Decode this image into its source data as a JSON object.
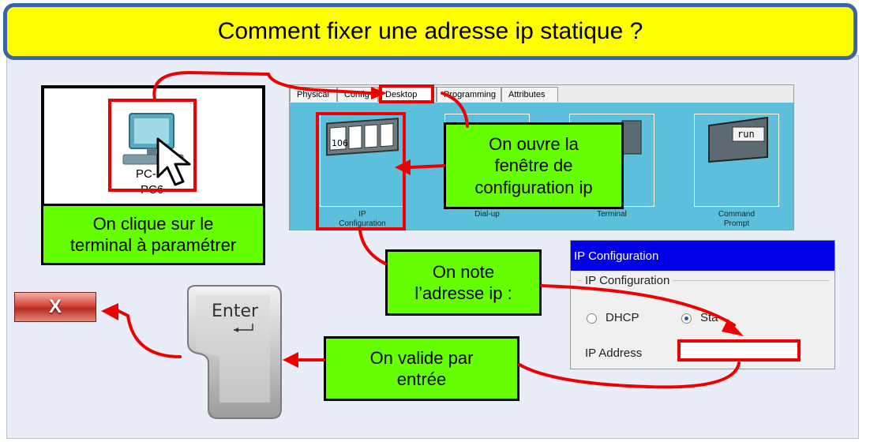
{
  "title": "Comment fixer une adresse ip statique ?",
  "pc": {
    "label_line1": "PC-P",
    "label_line2": "PC6"
  },
  "tabs": [
    {
      "label": "Physical"
    },
    {
      "label": "Config"
    },
    {
      "label": "Desktop"
    },
    {
      "label": "Programming"
    },
    {
      "label": "Attributes"
    }
  ],
  "desktop_apps": {
    "ip_config": {
      "label_line1": "IP",
      "label_line2": "Configuration",
      "icon_text": "106"
    },
    "dialup": {
      "label": "Dial-up"
    },
    "terminal": {
      "label": "Terminal"
    },
    "command_prompt": {
      "label_line1": "Command",
      "label_line2": "Prompt",
      "icon_text": "run"
    }
  },
  "callouts": {
    "click_terminal": {
      "line1": "On clique sur le",
      "line2": "terminal à paramétrer"
    },
    "open_window": {
      "line1": "On ouvre la",
      "line2": "fenêtre de",
      "line3": "configuration ip"
    },
    "note_address": {
      "line1": "On note",
      "line2": "l’adresse ip :"
    },
    "validate": {
      "line1": "On valide par",
      "line2": "entrée"
    }
  },
  "ip_configuration": {
    "window_title": "IP Configuration",
    "group_label": "IP Configuration",
    "dhcp_label": "DHCP",
    "static_label": "Sta",
    "static_selected": true,
    "ip_address_label": "IP Address",
    "ip_address_value": ""
  },
  "enter_key": {
    "label": "Enter"
  },
  "close_button": {
    "label": "X"
  },
  "colors": {
    "title_bg": "#ffff00",
    "title_border": "#3a63a8",
    "callout_bg": "#66ff00",
    "highlight_red": "#ee0000",
    "desktop_bg": "#5cc0dc",
    "window_title_bg": "#0000e8"
  }
}
